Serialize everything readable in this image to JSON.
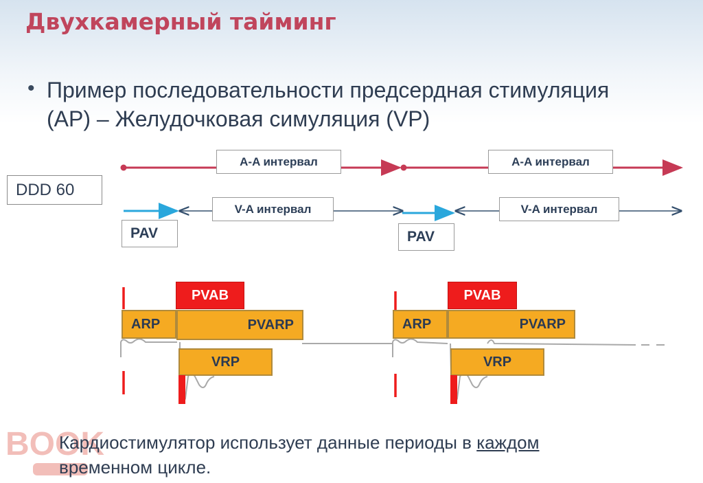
{
  "slide": {
    "title": "Двухкамерный тайминг",
    "bullet_line1": "Пример последовательности предсердная стимуляция",
    "bullet_line2": "(AP) – Желудочковая симуляция (VP)"
  },
  "diagram": {
    "mode_label": "DDD 60",
    "aa_interval_label": "A-A  интервал",
    "va_interval_label": "V-A интервал",
    "pav_label": "PAV",
    "pvab_label": "PVAB",
    "arp_label": "ARP",
    "pvarp_label": "PVARP",
    "vrp_label": "VRP",
    "colors": {
      "aa_line": "#c63a55",
      "va_line": "#35506e",
      "pav_line": "#2aa7dc",
      "block_orange": "#f5aa22",
      "block_red": "#ee1c1c"
    }
  },
  "footer": {
    "text_before": "Кардиостимулятор использует данные периоды в ",
    "text_underlined": "каждом",
    "text_after": "временном цикле."
  },
  "watermark": {
    "text": "BOOK"
  }
}
